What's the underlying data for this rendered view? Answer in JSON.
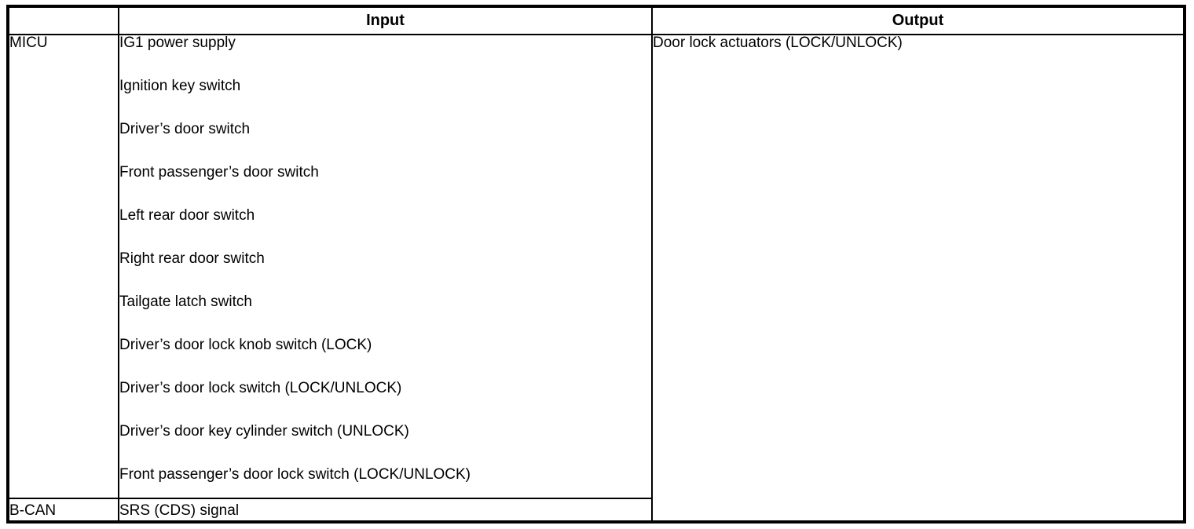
{
  "colors": {
    "border": "#000000",
    "background": "#ffffff",
    "text": "#000000"
  },
  "table": {
    "header": {
      "source_label": "",
      "input_label": "Input",
      "output_label": "Output"
    },
    "rows": [
      {
        "source": "MICU",
        "inputs": [
          "IG1 power supply",
          "Ignition key switch",
          "Driver’s door switch",
          "Front passenger’s door switch",
          "Left rear door switch",
          "Right rear door switch",
          "Tailgate latch switch",
          "Driver’s door lock knob switch (LOCK)",
          "Driver’s door lock switch (LOCK/UNLOCK)",
          "Driver’s door key cylinder switch (UNLOCK)",
          "Front passenger’s door lock switch (LOCK/UNLOCK)"
        ],
        "output": "Door lock actuators (LOCK/UNLOCK)"
      },
      {
        "source": "B-CAN",
        "inputs": [
          "SRS (CDS) signal"
        ]
      }
    ]
  }
}
